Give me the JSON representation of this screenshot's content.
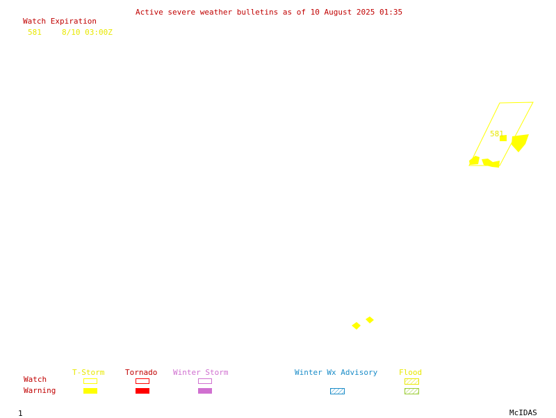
{
  "header": {
    "title": "Active severe weather bulletins as of 10 August 2025 01:35"
  },
  "watch_table": {
    "heading": "Watch Expiration",
    "rows": [
      {
        "number": "581",
        "expiration": "8/10 03:00Z"
      }
    ]
  },
  "map": {
    "watch_label": "581"
  },
  "legend": {
    "row_labels": {
      "watch": "Watch",
      "warning": "Warning"
    },
    "columns": [
      {
        "label": "T-Storm",
        "color": "#ffff00"
      },
      {
        "label": "Tornado",
        "color": "#ff0000"
      },
      {
        "label": "Winter Storm",
        "color": "#d070d0"
      },
      {
        "label": "Winter Wx Advisory",
        "color": "#1a8cc8"
      },
      {
        "label": "Flood",
        "color": "#99cc33"
      }
    ]
  },
  "footer": {
    "frame_number": "1",
    "software": "McIDAS"
  }
}
